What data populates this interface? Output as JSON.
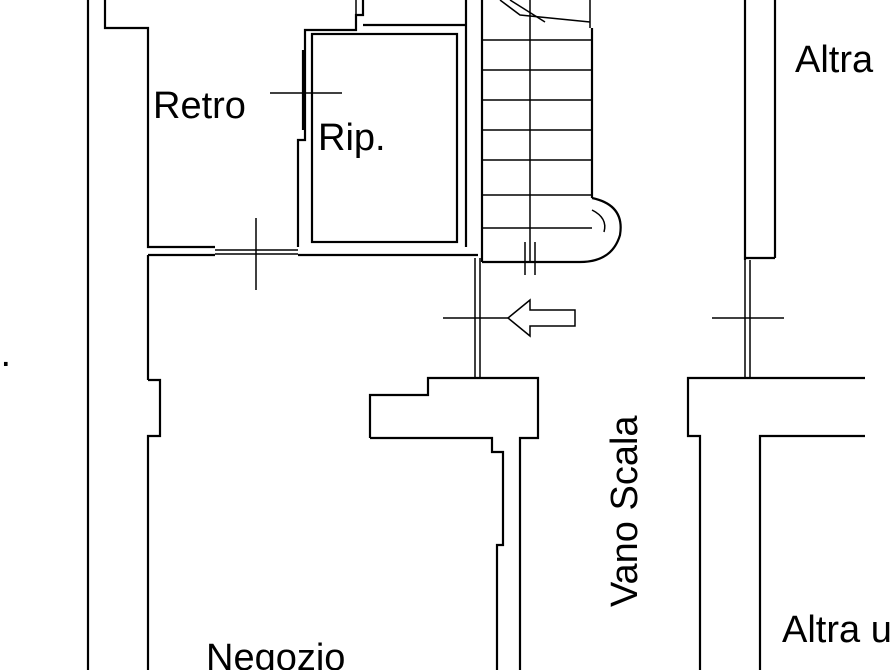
{
  "labels": {
    "retro": "Retro",
    "rip": "Rip.",
    "altra_top": "Altra",
    "vano_scala": "Vano Scala",
    "altra_bottom": "Altra u",
    "negozio": "Negozio",
    "left_edge": "i."
  },
  "icons": {
    "entrance_arrow": "arrow-left-icon"
  }
}
